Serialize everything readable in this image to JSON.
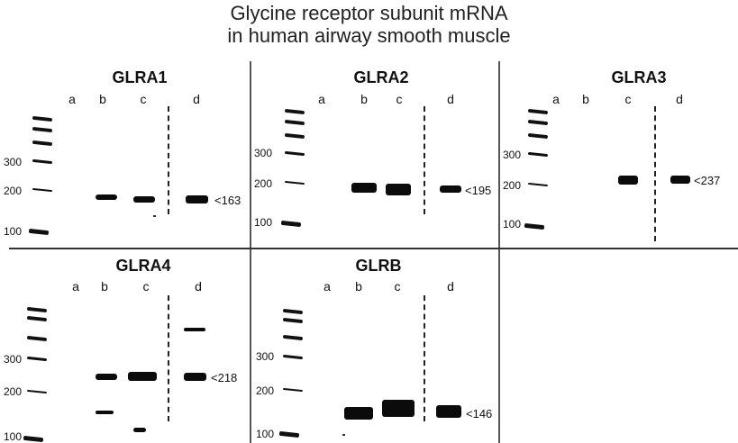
{
  "figure": {
    "title_line1": "Glycine receptor subunit mRNA",
    "title_line2": "in human airway smooth muscle"
  },
  "lane_labels": [
    "a",
    "b",
    "c",
    "d"
  ],
  "size_markers": {
    "s300": "300",
    "s200": "200",
    "s100": "100"
  },
  "panels": [
    {
      "name": "GLRA1",
      "product_label": "<163"
    },
    {
      "name": "GLRA2",
      "product_label": "<195"
    },
    {
      "name": "GLRA3",
      "product_label": "<237"
    },
    {
      "name": "GLRA4",
      "product_label": "<218"
    },
    {
      "name": "GLRB",
      "product_label": "<146"
    }
  ]
}
